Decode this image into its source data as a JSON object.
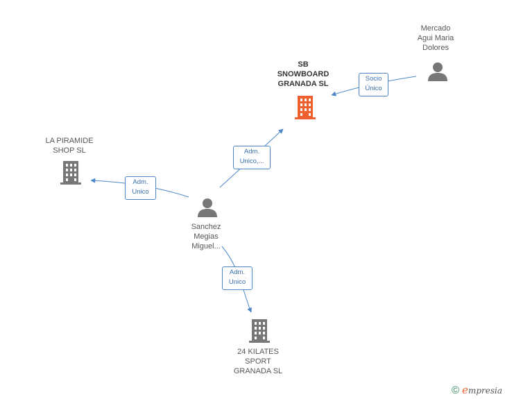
{
  "nodes": {
    "sb_snowboard": {
      "label": "SB\nSNOWBOARD\nGRANADA SL",
      "type": "company",
      "color": "#f0602e"
    },
    "mercado": {
      "label": "Mercado\nAgui Maria\nDolores",
      "type": "person",
      "color": "#777777"
    },
    "la_piramide": {
      "label": "LA PIRAMIDE\nSHOP  SL",
      "type": "company",
      "color": "#777777"
    },
    "sanchez": {
      "label": "Sanchez\nMegias\nMiguel...",
      "type": "person",
      "color": "#777777"
    },
    "kilates": {
      "label": "24 KILATES\nSPORT\nGRANADA SL",
      "type": "company",
      "color": "#777777"
    }
  },
  "edges": [
    {
      "id": "mercado_to_sb",
      "label": "Socio\nÚnico",
      "from": "mercado",
      "to": "sb_snowboard"
    },
    {
      "id": "sanchez_to_sb",
      "label": "Adm.\nUnico,...",
      "from": "sanchez",
      "to": "sb_snowboard"
    },
    {
      "id": "sanchez_to_piramide",
      "label": "Adm.\nUnico",
      "from": "sanchez",
      "to": "la_piramide"
    },
    {
      "id": "sanchez_to_kilates",
      "label": "Adm.\nUnico",
      "from": "sanchez",
      "to": "kilates"
    }
  ],
  "colors": {
    "edge": "#4a86c8",
    "highlight": "#f0602e",
    "icon": "#777777"
  },
  "brand": {
    "copyright_symbol": "©",
    "first_letter": "e",
    "rest": "mpresia"
  }
}
